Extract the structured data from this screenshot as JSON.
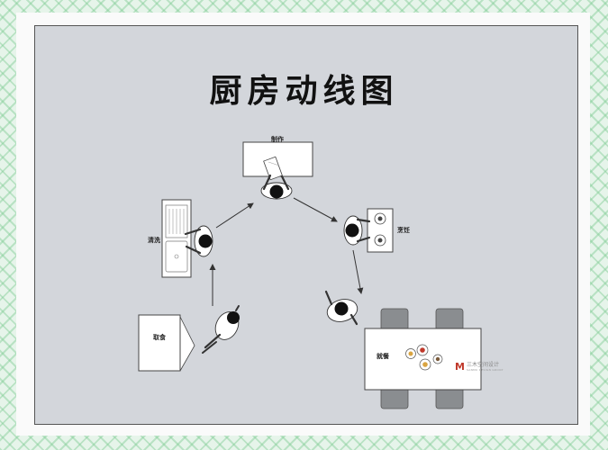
{
  "title": "厨房动线图",
  "stations": {
    "prepare": "制作",
    "wash": "清洗",
    "cook": "烹饪",
    "fetch": "取食",
    "serve": "就餐"
  },
  "brand": {
    "mark": "M",
    "name": "三木空间设计",
    "sub": "SANMU DESIGN GROUP"
  },
  "colors": {
    "background_pattern": "#8ed3a0",
    "inner_panel": "#d3d6db",
    "arrow": "#333333"
  }
}
